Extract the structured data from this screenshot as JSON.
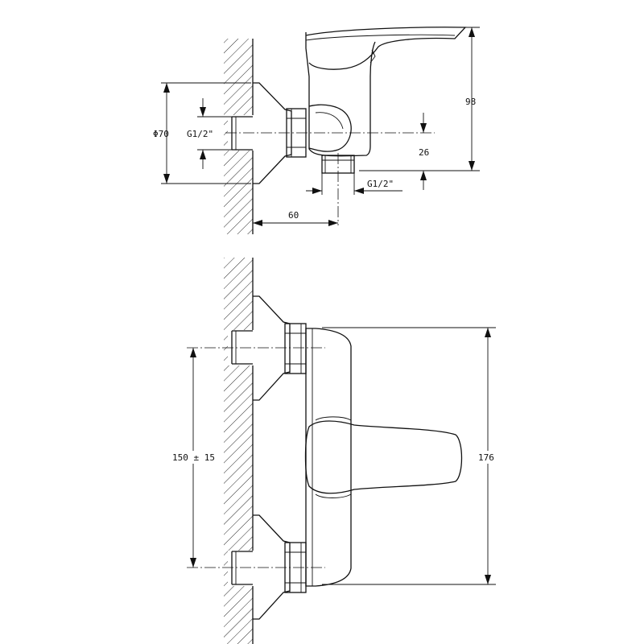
{
  "diagram": {
    "top_view": {
      "dim_diameter": "Φ70",
      "dim_thread_inlet": "G1/2\"",
      "dim_height": "98",
      "dim_outlet_offset": "26",
      "dim_thread_outlet": "G1/2\"",
      "dim_depth": "60"
    },
    "front_view": {
      "dim_inlet_spacing": "150 ± 15",
      "dim_width": "176"
    }
  }
}
